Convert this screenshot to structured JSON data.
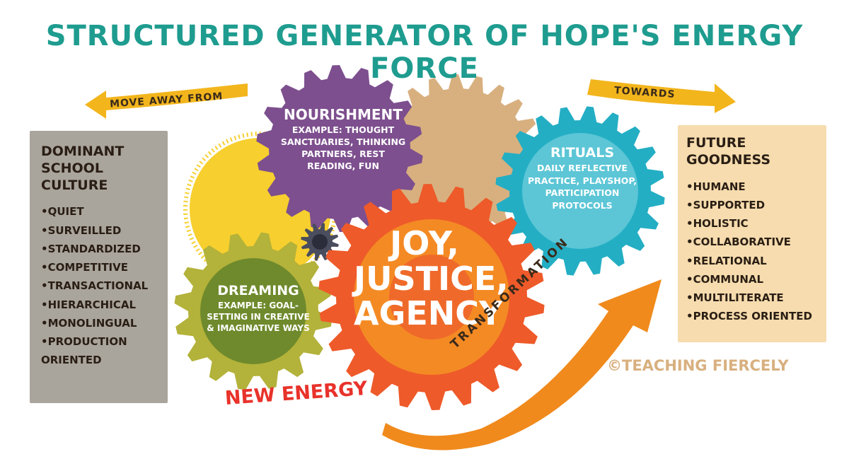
{
  "title": "STRUCTURED GENERATOR OF HOPE'S ENERGY FORCE",
  "arrows": {
    "away_label": "MOVE AWAY FROM",
    "towards_label": "TOWARDS",
    "transformation_label": "TRANSFORMATION"
  },
  "left_box": {
    "title": "DOMINANT SCHOOL CULTURE",
    "items": [
      "QUIET",
      "SURVEILLED",
      "STANDARDIZED",
      "COMPETITIVE",
      "TRANSACTIONAL",
      "HIERARCHICAL",
      "MONOLINGUAL",
      "PRODUCTION ORIENTED"
    ]
  },
  "right_box": {
    "title": "FUTURE GOODNESS",
    "items": [
      "HUMANE",
      "SUPPORTED",
      "HOLISTIC",
      "COLLABORATIVE",
      "RELATIONAL",
      "COMMUNAL",
      "MULTILITERATE",
      "PROCESS ORIENTED"
    ]
  },
  "gears": {
    "nourishment": {
      "title": "NOURISHMENT",
      "body": "EXAMPLE: THOUGHT SANCTUARIES, THINKING PARTNERS, REST READING, FUN"
    },
    "rituals": {
      "title": "RITUALS",
      "body": "DAILY REFLECTIVE PRACTICE, PLAYSHOP, PARTICIPATION PROTOCOLS"
    },
    "dreaming": {
      "title": "DREAMING",
      "body": "EXAMPLE: GOAL-SETTING IN CREATIVE & IMAGINATIVE WAYS"
    },
    "center": {
      "line1": "JOY,",
      "line2": "JUSTICE,",
      "line3": "AGENCY"
    }
  },
  "new_energy": "NEW ENERGY",
  "credit": "©TEACHING FIERCELY",
  "colors": {
    "title": "#1e9c8f",
    "arrow": "#f2b51c",
    "transformation_arrow": "#f08a1c",
    "left_box": "#a9a49c",
    "right_box": "#f6dcae",
    "nourishment": "#7d4f8e",
    "rituals": "#23aec4",
    "dreaming": "#6f8a2c",
    "dreaming_outer": "#b3b23a",
    "center_outer": "#ee5a2a",
    "center_inner": "#f48a24",
    "tan_gear": "#d8b07f",
    "sun": "#f7cf2e",
    "small_gear": "#4a4d5e",
    "new_energy": "#e8322a",
    "credit": "#d8b07f"
  }
}
